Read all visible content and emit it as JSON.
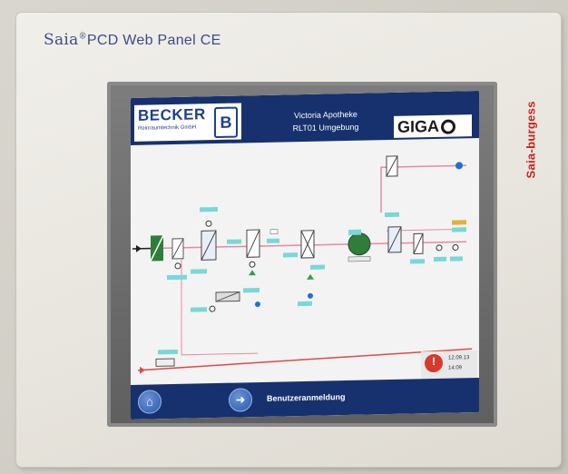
{
  "device": {
    "brand_main": "Saia",
    "brand_reg": "®",
    "brand_product": "PCD Web Panel CE",
    "vendor": "Saia-burgess"
  },
  "screen": {
    "header": {
      "logo_name": "BECKER",
      "logo_sub": "Reinraumtechnik GmbH",
      "title_line1": "Victoria Apotheke",
      "title_line2": "RLT01 Umgebung",
      "partner_logo": "GIGA"
    },
    "footer": {
      "login_label": "Benutzeranmeldung",
      "date": "12.09.13",
      "time": "14:09"
    }
  },
  "colors": {
    "header_bg": "#16316e",
    "supply_line": "#e58aa0",
    "extract_line": "#e04848",
    "tag_bg": "#7ad7d7",
    "fan_green": "#2f7d3a"
  },
  "icons": {
    "home": "home-icon",
    "next": "arrow-right-icon",
    "alarm": "alarm-warning-icon"
  }
}
